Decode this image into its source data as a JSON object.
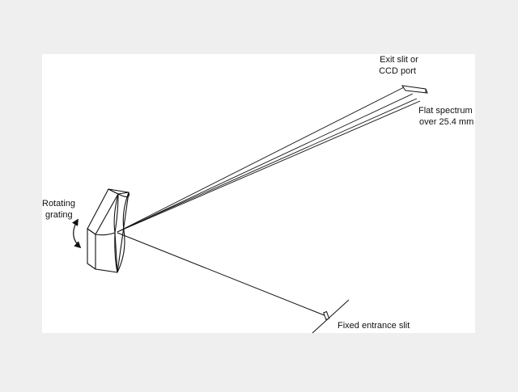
{
  "colors": {
    "page_background": "#efefef",
    "panel_background": "#ffffff",
    "line": "#111111"
  },
  "labels": {
    "exit_slit_line1": "Exit slit or",
    "exit_slit_line2": "CCD port",
    "flat_spectrum_line1": "Flat spectrum",
    "flat_spectrum_line2": "over 25.4 mm",
    "rotating_line1": "Rotating",
    "rotating_line2": "grating",
    "entrance_slit": "Fixed entrance slit"
  },
  "icons": {
    "rotation_arrow": "curved-double-arrow-icon"
  }
}
